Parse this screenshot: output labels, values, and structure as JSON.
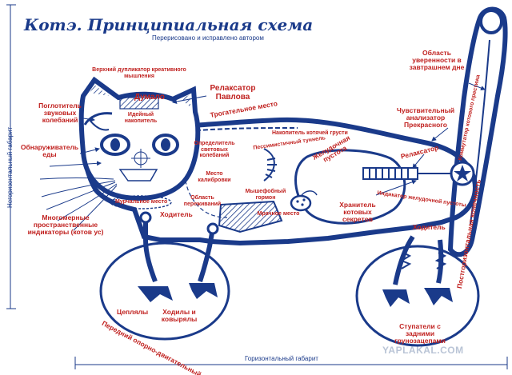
{
  "title": "Котэ. Принципиальная схема",
  "subtitle": "Перерисовано и исправлено автором",
  "watermark": "YAPLAKAL.COM",
  "colors": {
    "outline": "#1a3a8a",
    "labels": "#c0211f",
    "background": "#ffffff"
  },
  "dimensions": {
    "vertical": "Негоризонтальный габарит",
    "horizontal": "Горизонтальный габарит"
  },
  "labels": {
    "upper_duplicator": "Верхний дупликатор креативного мышления",
    "dumalo": "Думало",
    "idea_accumulator": "Идейный накопитель",
    "relaxator_pavlova": "Релаксатор Павлова",
    "sound_absorber": "Поглотитель звуковых колебаний",
    "food_detector": "Обнаруживатель еды",
    "multidim_indicators": "Многомерные пространственные индикаторы (котов ус)",
    "purr_place": "Мурчальное место",
    "touch_place": "Трогательное место",
    "light_detector": "Определитель световых колебаний",
    "calibration_place": "Место калибровки",
    "experience_area": "Область переживаний",
    "sadness_accumulator": "Накопитель котячей грусти",
    "sad_tunnel": "Пессимистичный туннель",
    "mouse_hormone": "Мышефобный гормон",
    "dark_place": "Мрачное место",
    "stomach_emptiness": "Желудочная пустота",
    "secrets_keeper": "Хранитель котовых секретов",
    "relaxator": "Релаксатор",
    "stomach_indicator": "Индикатор желудочной пустоты",
    "beauty_analyzer": "Чувствительный анализатор Прекрасного",
    "confidence_area": "Область уверенности в завтрашнем дне",
    "prestige_commutator": "Коммутатор котового престижа",
    "post_horizontal_limb": "Постгоризонтальная конечность",
    "walker_front": "Ходитель",
    "walker_back": "Ходитель",
    "grabbers": "Цеплялы",
    "walkers_pickers": "Ходилы и ковырялы",
    "front_apparatus": "Передний опорно-двигательный аппарат",
    "rear_stompers": "Ступатели с задними грунозацепами"
  }
}
